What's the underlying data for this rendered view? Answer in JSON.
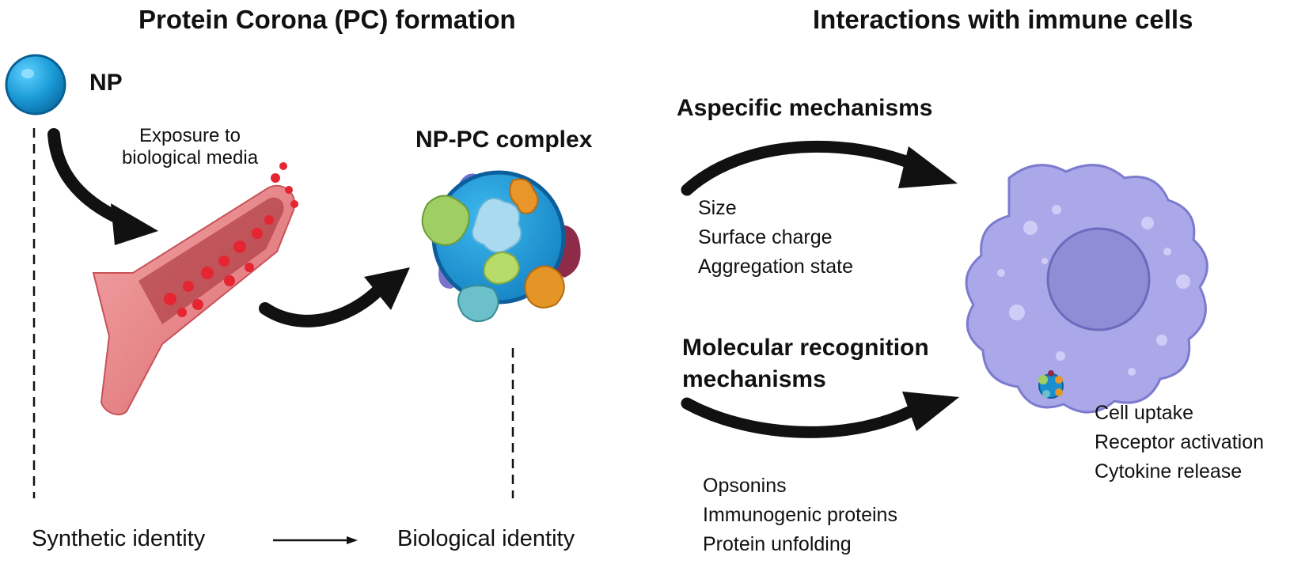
{
  "left_section": {
    "title": "Protein Corona (PC) formation",
    "np_label": "NP",
    "exposure_line1": "Exposure to",
    "exposure_line2": "biological media",
    "complex_label": "NP-PC complex",
    "synthetic_identity": "Synthetic identity",
    "biological_identity": "Biological identity"
  },
  "right_section": {
    "title": "Interactions with immune cells",
    "aspecific_title": "Aspecific mechanisms",
    "aspecific_items": [
      "Size",
      "Surface charge",
      "Aggregation state"
    ],
    "molecular_title_line1": "Molecular recognition",
    "molecular_title_line2": "mechanisms",
    "molecular_items": [
      "Opsonins",
      "Immunogenic proteins",
      "Protein unfolding"
    ],
    "outcomes": [
      "Cell uptake",
      "Receptor activation",
      "Cytokine release"
    ]
  },
  "colors": {
    "np_blue": "#1a9ad6",
    "vessel_pink": "#e9868a",
    "blood_red": "#d41e2a",
    "cell_lavender": "#a9a7e8",
    "nucleus": "#8f8dd6",
    "arrow": "#111111"
  }
}
